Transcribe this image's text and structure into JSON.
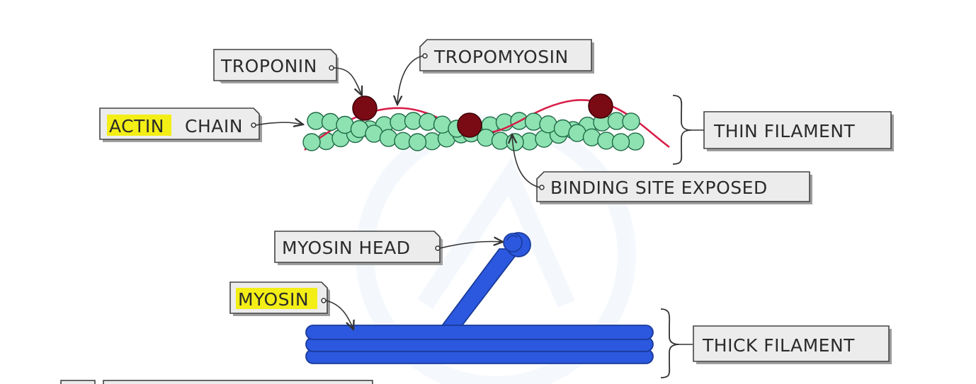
{
  "labels": {
    "troponin": "TROPONIN",
    "tropomyosin": "TROPOMYOSIN",
    "actin": "ACTIN",
    "chain": "CHAIN",
    "thin_filament": "THIN  FILAMENT",
    "binding_site": "BINDING  SITE  EXPOSED",
    "myosin_head": "MYOSIN  HEAD",
    "myosin": "MYOSIN",
    "thick_filament": "THICK  FILAMENT"
  },
  "colors": {
    "actin_bead": "#8ee2b2",
    "troponin": "#7a0a14",
    "tropomyosin": "#d81e48",
    "myosin": "#2b58de",
    "highlight": "#f3ee16"
  }
}
